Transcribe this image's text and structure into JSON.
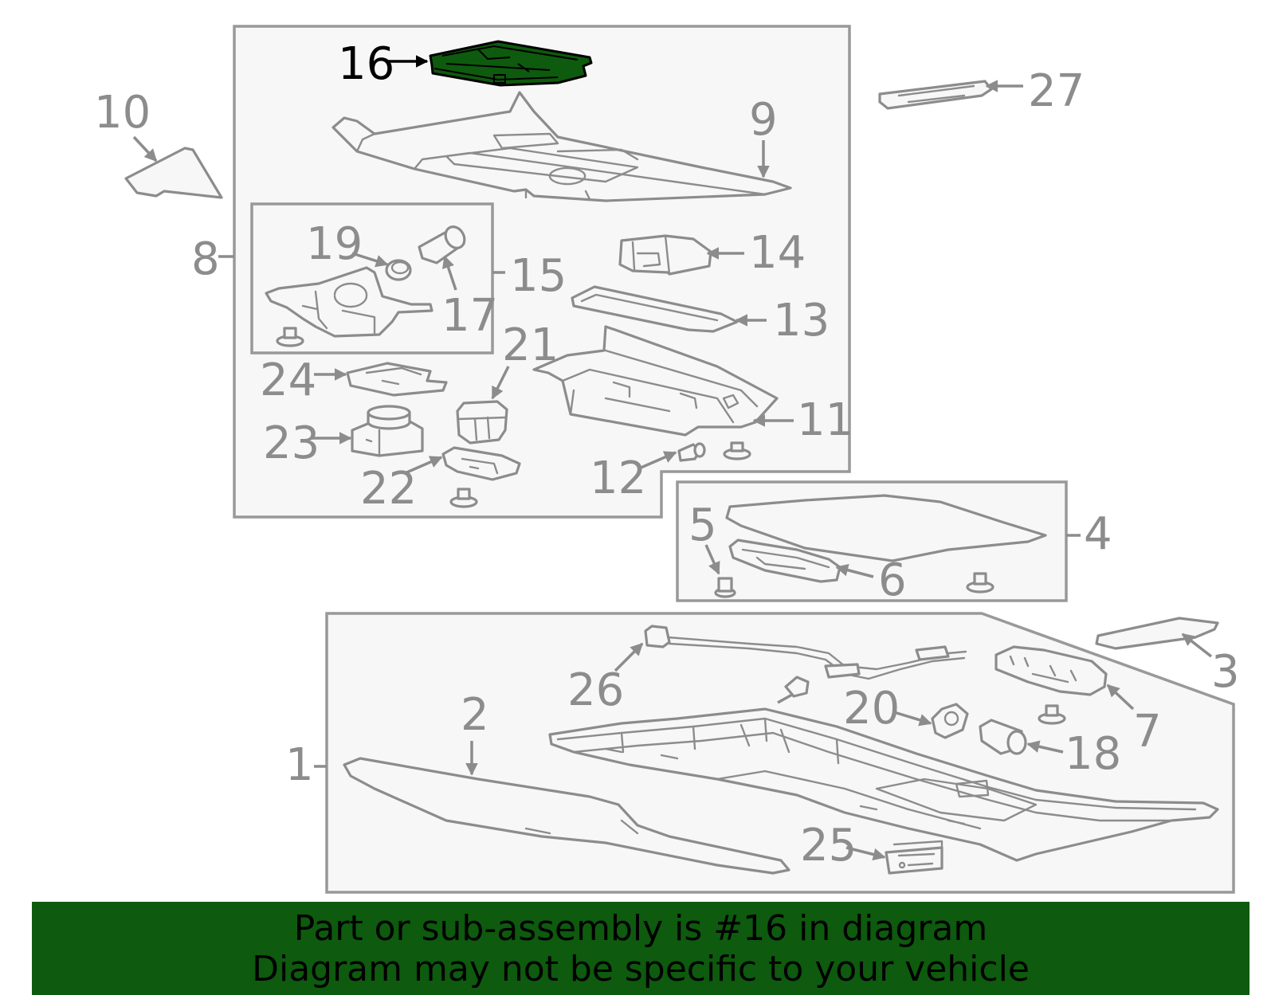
{
  "diagram": {
    "highlight_color": "#0e5a0e",
    "callouts": {
      "c1": "1",
      "c2": "2",
      "c3": "3",
      "c4": "4",
      "c5": "5",
      "c6": "6",
      "c7": "7",
      "c8": "8",
      "c9": "9",
      "c10": "10",
      "c11": "11",
      "c12": "12",
      "c13": "13",
      "c14": "14",
      "c15": "15",
      "c16": "16",
      "c17": "17",
      "c18": "18",
      "c19": "19",
      "c20": "20",
      "c21": "21",
      "c22": "22",
      "c23": "23",
      "c24": "24",
      "c25": "25",
      "c26": "26",
      "c27": "27"
    }
  },
  "banner": {
    "line1": "Part or sub-assembly is #16 in diagram",
    "line2": "Diagram may not be specific to your vehicle",
    "background": "#0e5a0e"
  }
}
